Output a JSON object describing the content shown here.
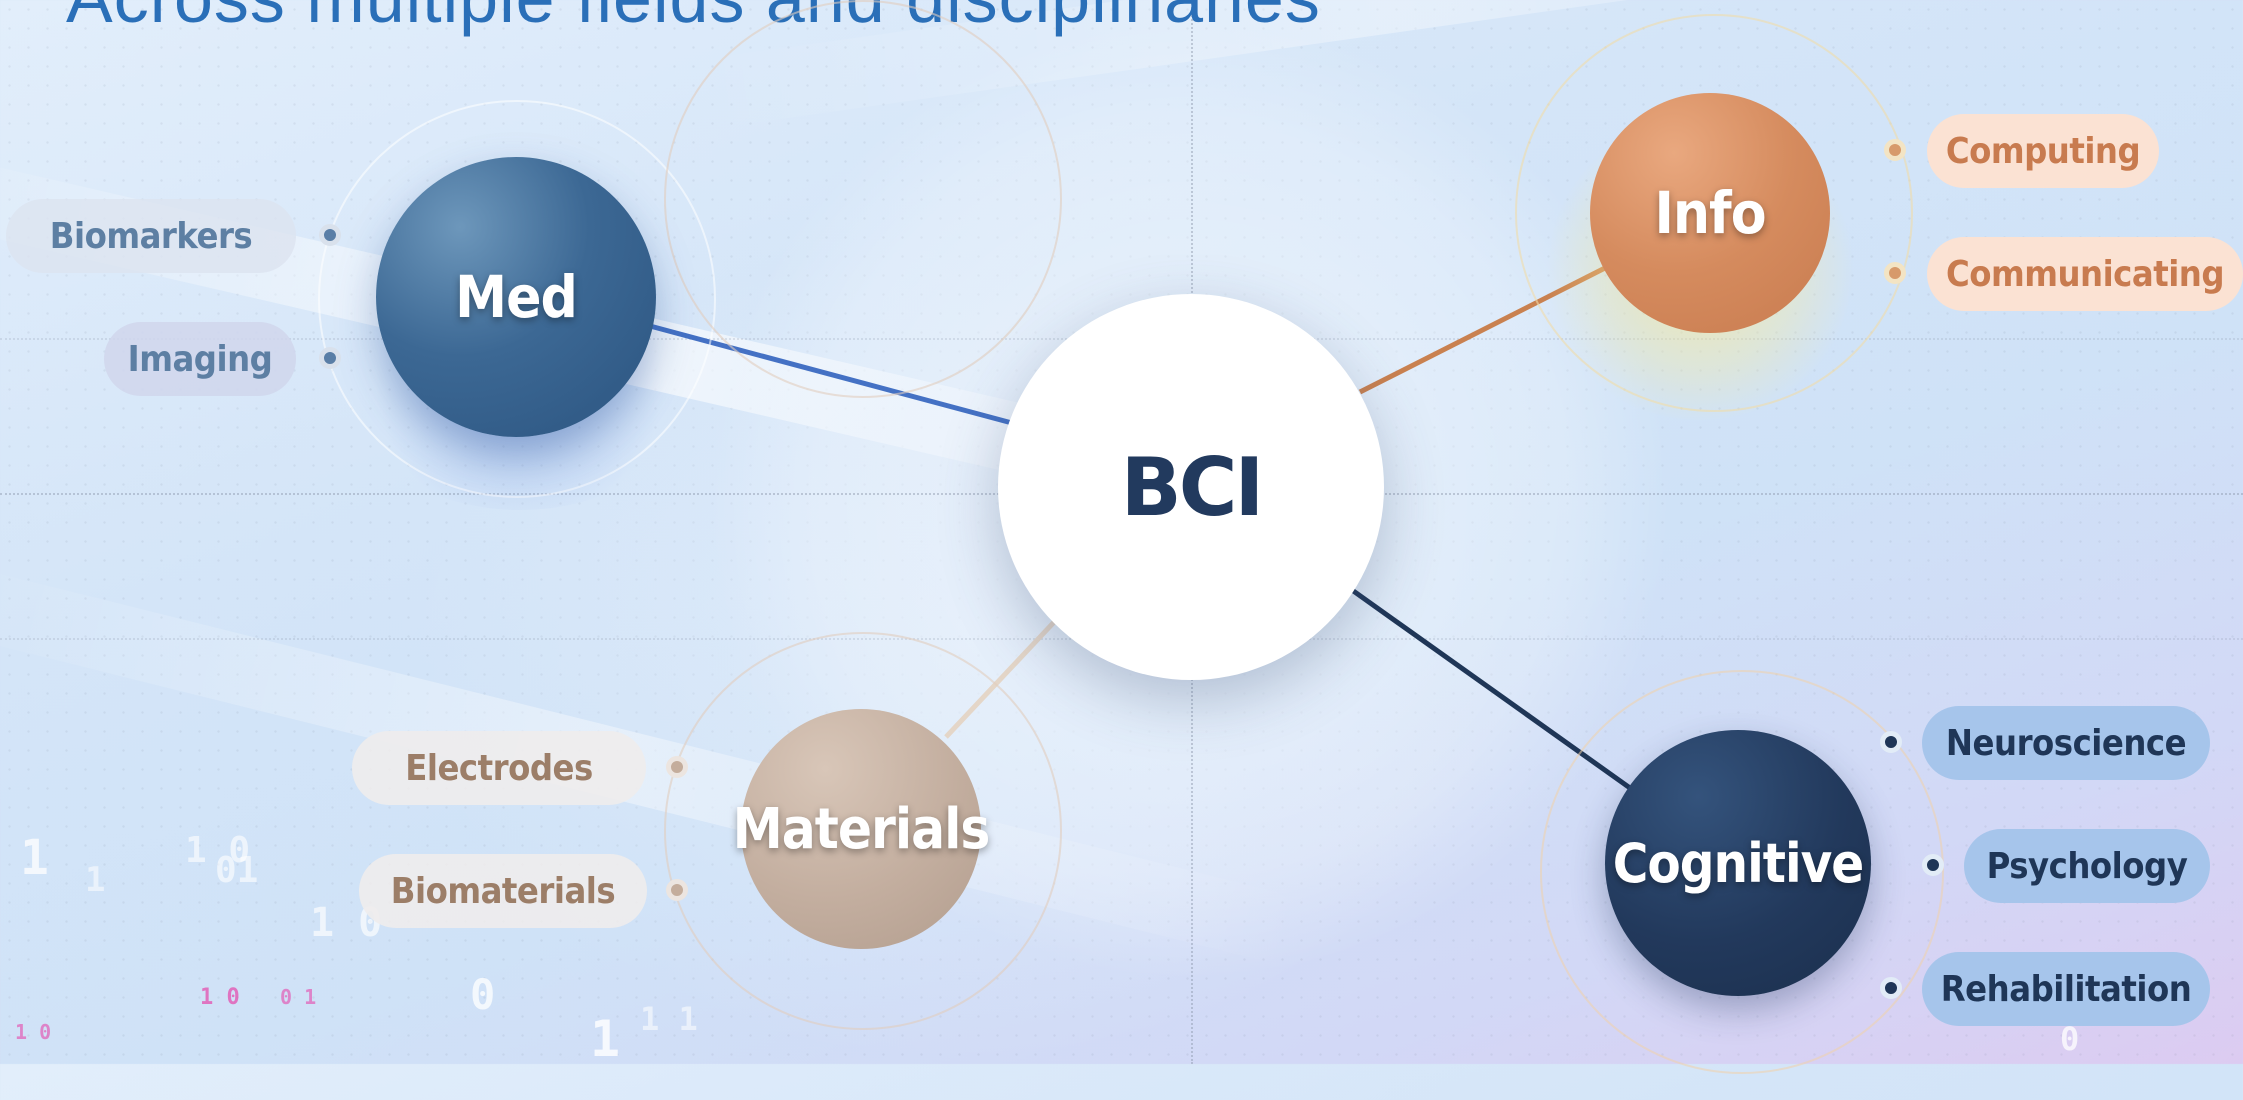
{
  "title": "Across multiple fields and disciplinaries",
  "center": {
    "label": "BCI"
  },
  "fields": {
    "med": {
      "label": "Med",
      "items": [
        "Biomarkers",
        "Imaging"
      ]
    },
    "info": {
      "label": "Info",
      "items": [
        "Computing",
        "Communicating"
      ]
    },
    "materials": {
      "label": "Materials",
      "items": [
        "Electrodes",
        "Biomaterials"
      ]
    },
    "cognitive": {
      "label": "Cognitive",
      "items": [
        "Neuroscience",
        "Psychology",
        "Rehabilitation"
      ]
    }
  },
  "colors": {
    "title": "#2a6fb8",
    "med": "#2e5a86",
    "info": "#d0875b",
    "materials": "#bfa898",
    "cognitive": "#1f3657",
    "link_med": "#4471c4",
    "link_info": "#c98150",
    "link_cognitive": "#1f3657"
  }
}
